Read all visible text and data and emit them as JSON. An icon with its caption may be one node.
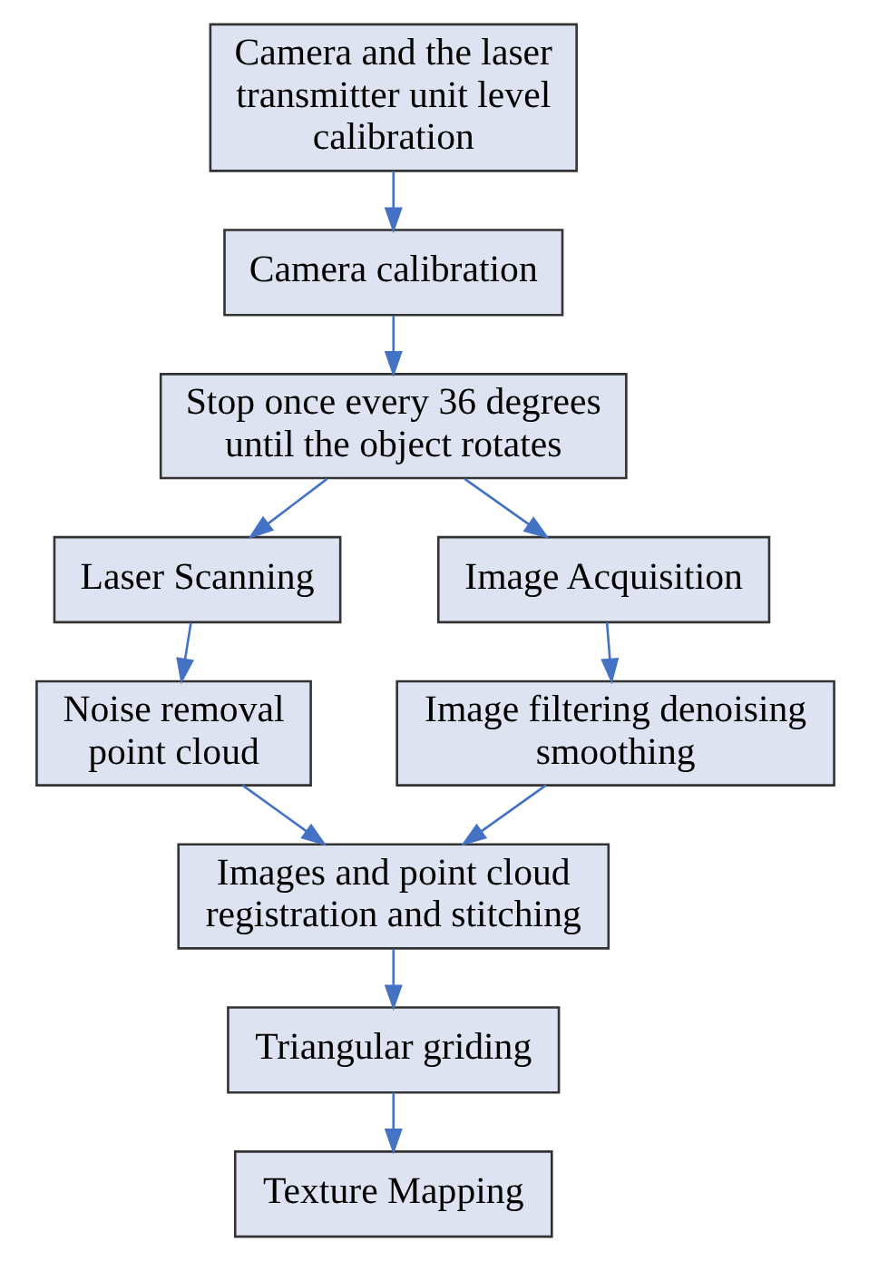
{
  "diagram": {
    "nodes": [
      {
        "text": [
          "Camera and the laser transmitter unit level calibration"
        ]
      },
      {
        "text": [
          "Camera calibration"
        ]
      },
      {
        "text": [
          "Stop once every 36 degrees until the object rotates"
        ]
      },
      {
        "text": [
          "Laser Scanning"
        ]
      },
      {
        "text": [
          "Image Acquisition"
        ]
      },
      {
        "text": [
          "Noise removal point cloud"
        ]
      },
      {
        "text": [
          "Image filtering denoising smoothing"
        ]
      },
      {
        "text": [
          "Images and point cloud registration and stitching"
        ]
      },
      {
        "text": [
          "Triangular griding"
        ]
      },
      {
        "text": [
          "Texture Mapping"
        ]
      }
    ],
    "edges": [
      {
        "from": 0,
        "to": 1,
        "arrow": "to"
      },
      {
        "from": 1,
        "to": 2,
        "arrow": "to"
      },
      {
        "from": 2,
        "to": 3,
        "arrow": "to"
      },
      {
        "from": 2,
        "to": 4,
        "arrow": "to"
      },
      {
        "from": 3,
        "to": 5,
        "arrow": "to"
      },
      {
        "from": 4,
        "to": 6,
        "arrow": "to"
      },
      {
        "from": 5,
        "to": 7,
        "arrow": "to"
      },
      {
        "from": 6,
        "to": 7,
        "arrow": "to"
      },
      {
        "from": 7,
        "to": 8,
        "arrow": "to"
      },
      {
        "from": 8,
        "to": 9,
        "arrow": "to"
      }
    ]
  }
}
